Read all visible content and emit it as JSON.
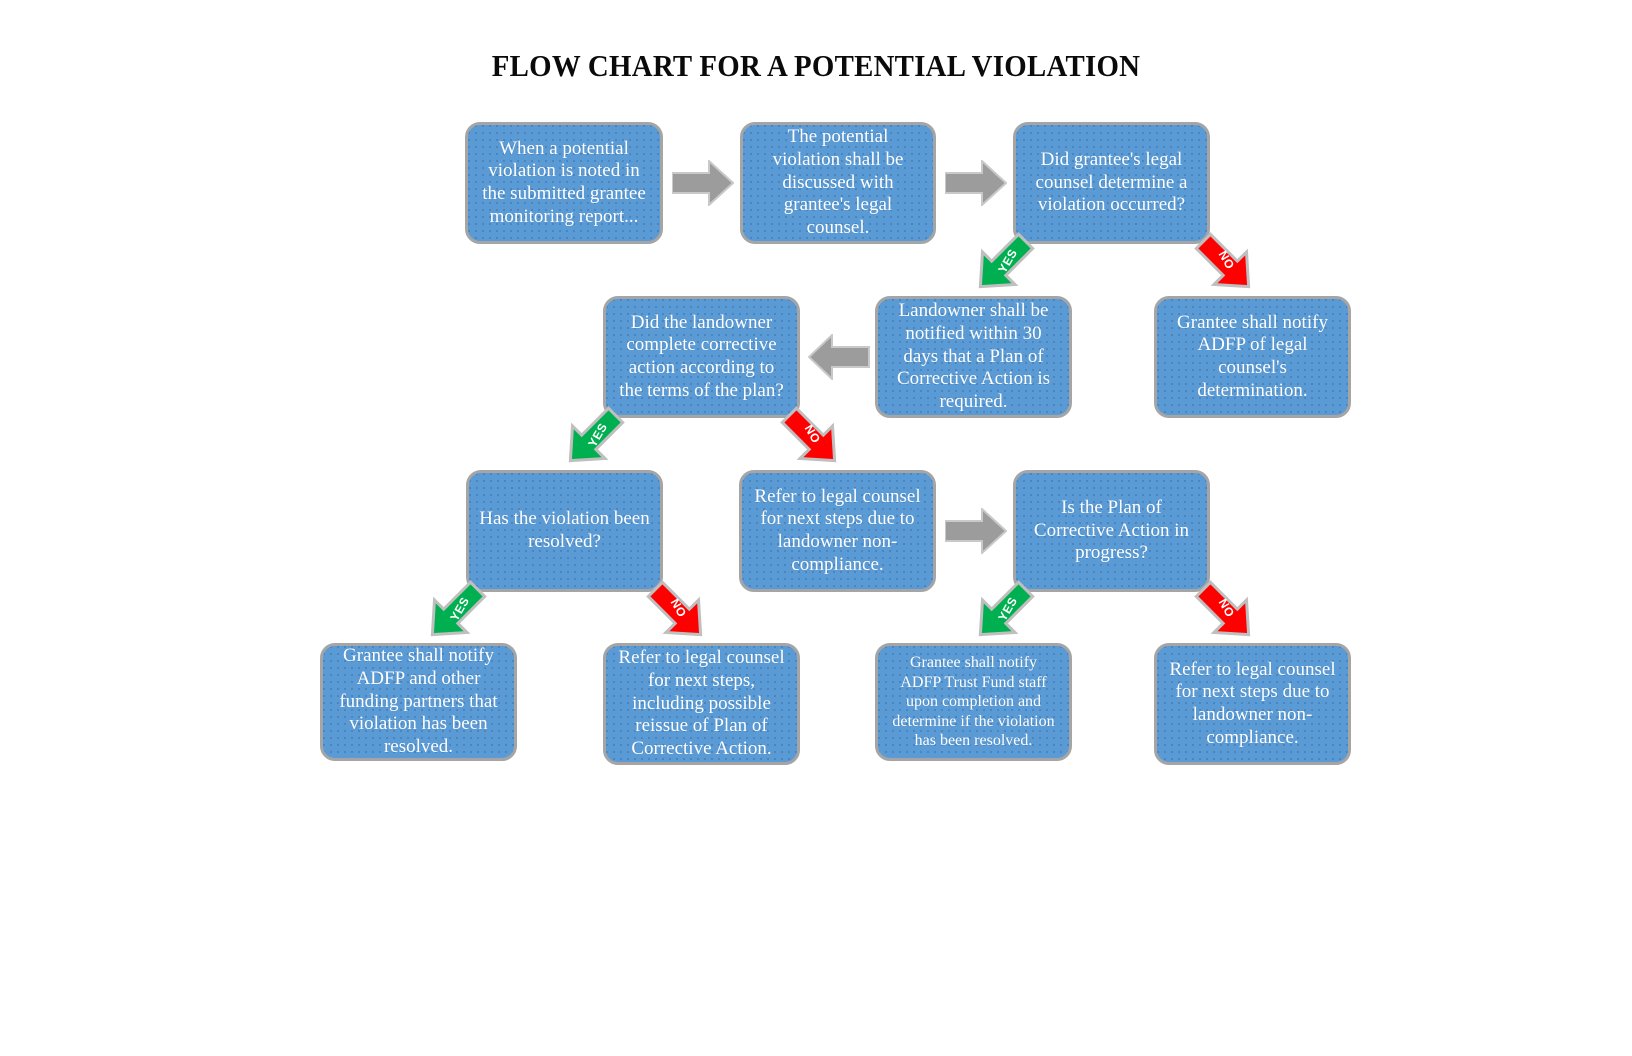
{
  "title": "FLOW CHART FOR A POTENTIAL VIOLATION",
  "colors": {
    "node_fill": "#5B9BD5",
    "node_border": "#A5A5A5",
    "node_text": "#FFFFFF",
    "plain_arrow": "#9C9C9C",
    "yes_arrow": "#00B050",
    "no_arrow": "#FF0000",
    "title_text": "#0A0A0A",
    "background": "#FFFFFF"
  },
  "nodes": {
    "n1": "When a potential violation is noted in the submitted grantee monitoring report...",
    "n2": "The potential violation shall be discussed with grantee's legal counsel.",
    "n3": "Did grantee's legal counsel determine a violation occurred?",
    "n4": "Landowner shall be notified within 30 days that a Plan of Corrective Action is required.",
    "n5": "Grantee shall notify ADFP of legal counsel's determination.",
    "n6": "Did the landowner complete corrective action according to the terms of the plan?",
    "n7": "Has the violation been resolved?",
    "n8": "Refer to legal counsel for next steps due to landowner non-compliance.",
    "n9": "Is the Plan of Corrective Action in progress?",
    "n10": "Grantee shall notify ADFP and other funding partners that violation has been resolved.",
    "n11": "Refer to legal counsel for next steps, including possible reissue of Plan of Corrective Action.",
    "n12": "Grantee shall notify ADFP Trust Fund staff upon completion and determine if the violation has been resolved.",
    "n13": "Refer to legal counsel for next steps due to landowner non-compliance."
  },
  "edge_labels": {
    "yes": "YES",
    "no": "NO"
  },
  "flow": {
    "type": "flowchart",
    "edges": [
      {
        "from": "n1",
        "to": "n2",
        "label": "",
        "style": "plain-right"
      },
      {
        "from": "n2",
        "to": "n3",
        "label": "",
        "style": "plain-right"
      },
      {
        "from": "n3",
        "to": "n4",
        "label": "YES",
        "style": "green-down-left"
      },
      {
        "from": "n3",
        "to": "n5",
        "label": "NO",
        "style": "red-down-right"
      },
      {
        "from": "n4",
        "to": "n6",
        "label": "",
        "style": "plain-left"
      },
      {
        "from": "n6",
        "to": "n7",
        "label": "YES",
        "style": "green-down-left"
      },
      {
        "from": "n6",
        "to": "n8",
        "label": "NO",
        "style": "red-down-right"
      },
      {
        "from": "n8",
        "to": "n9",
        "label": "",
        "style": "plain-right"
      },
      {
        "from": "n7",
        "to": "n10",
        "label": "YES",
        "style": "green-down-left"
      },
      {
        "from": "n7",
        "to": "n11",
        "label": "NO",
        "style": "red-down-right"
      },
      {
        "from": "n9",
        "to": "n12",
        "label": "YES",
        "style": "green-down-left"
      },
      {
        "from": "n9",
        "to": "n13",
        "label": "NO",
        "style": "red-down-right"
      }
    ]
  }
}
